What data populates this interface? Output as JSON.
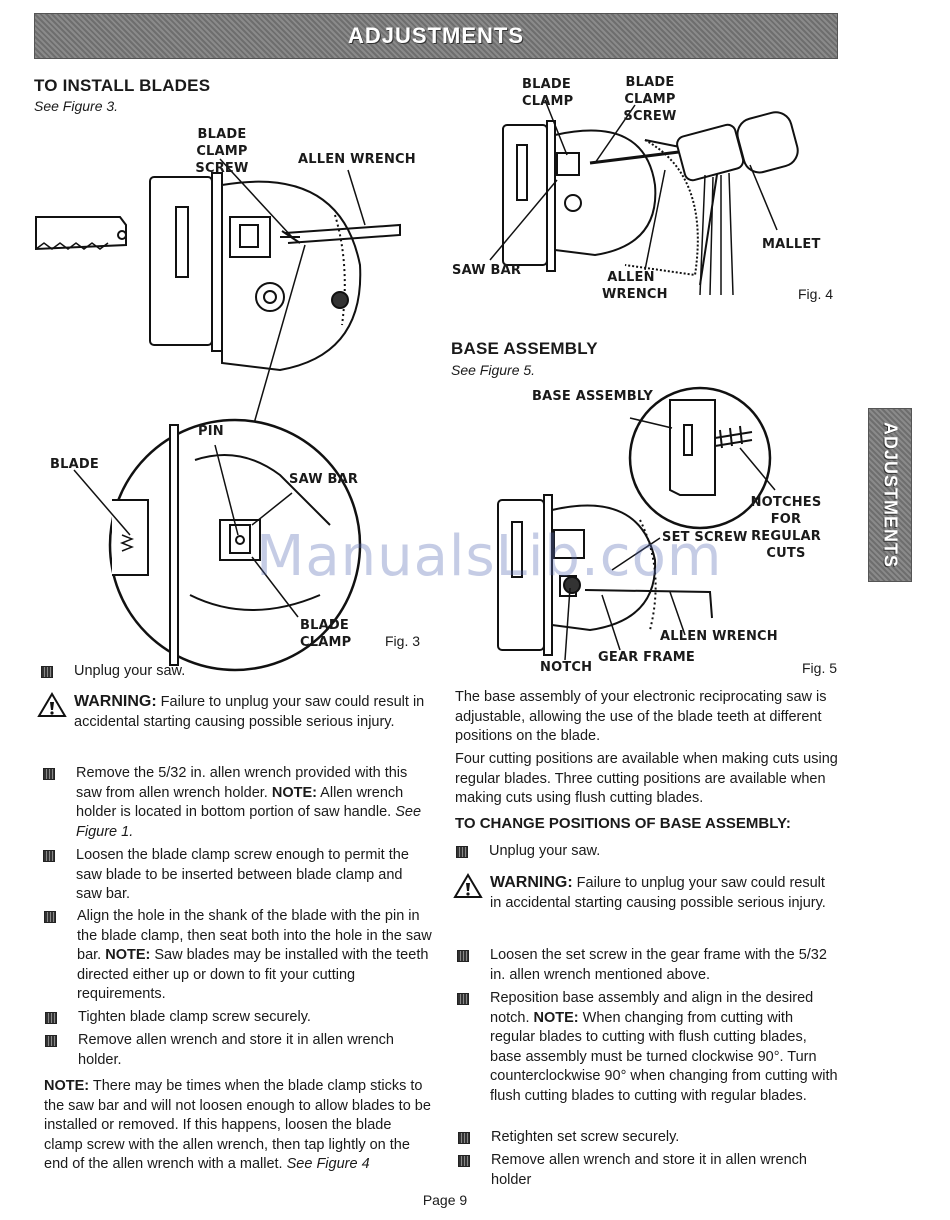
{
  "banner": {
    "title": "ADJUSTMENTS"
  },
  "side_tab": {
    "label": "ADJUSTMENTS"
  },
  "install": {
    "heading": "TO INSTALL BLADES",
    "see_figure": "See Figure 3.",
    "fig3": {
      "label_blade_clamp_screw_1": "BLADE",
      "label_blade_clamp_screw_2": "CLAMP SCREW",
      "label_allen_wrench": "ALLEN WRENCH",
      "label_pin": "PIN",
      "label_blade": "BLADE",
      "label_saw_bar": "SAW BAR",
      "label_blade_clamp_1": "BLADE",
      "label_blade_clamp_2": "CLAMP",
      "fig_no": "Fig. 3"
    },
    "step1": "Unplug your saw.",
    "warning_head": "WARNING:",
    "warning_text": " Failure to unplug your saw could result in accidental starting causing possible serious injury.",
    "step2_a": "Remove the 5/32 in. allen wrench provided with this saw from allen wrench holder. ",
    "step2_note": "NOTE:",
    "step2_b": " Allen wrench holder is located in bottom portion of saw handle. ",
    "step2_see": "See Figure 1.",
    "step3": "Loosen the blade clamp screw enough to permit the saw blade to be inserted between blade clamp and saw bar.",
    "step4_a": "Align the hole in the shank of the blade with the pin in the blade clamp, then seat both into the hole in the saw bar. ",
    "step4_note": "NOTE:",
    "step4_b": " Saw blades may be installed with the teeth directed either up or down to fit your cutting requirements.",
    "step5": "Tighten blade clamp screw securely.",
    "step6": "Remove allen wrench and store it in allen wrench holder.",
    "note_head": "NOTE:",
    "note_text": " There may be times when the blade clamp sticks to the saw bar and will not loosen enough to allow blades to be installed or removed. If this happens, loosen the blade clamp screw with the allen wrench, then tap lightly on the end of the allen wrench with a mallet. ",
    "note_see": "See Figure 4"
  },
  "fig4": {
    "label_blade_clamp_1": "BLADE",
    "label_blade_clamp_2": "CLAMP",
    "label_clamp_screw_1": "BLADE",
    "label_clamp_screw_2": "CLAMP SCREW",
    "label_saw_bar": "SAW BAR",
    "label_allen_1": "ALLEN",
    "label_allen_2": "WRENCH",
    "label_mallet": "MALLET",
    "fig_no": "Fig. 4"
  },
  "base": {
    "heading": "BASE ASSEMBLY",
    "see_figure": "See Figure 5.",
    "fig5": {
      "label_base_assembly": "BASE ASSEMBLY",
      "label_notches_1": "NOTCHES FOR",
      "label_notches_2": "REGULAR CUTS",
      "label_set_screw": "SET SCREW",
      "label_allen_wrench": "ALLEN WRENCH",
      "label_gear_frame": "GEAR FRAME",
      "label_notch": "NOTCH",
      "fig_no": "Fig. 5"
    },
    "para1": "The base assembly of your electronic reciprocating saw is adjustable, allowing the use of the blade teeth at different positions on the blade.",
    "para2": "Four cutting positions are available when making cuts using regular blades. Three cutting positions are available when making cuts using flush cutting blades.",
    "change_heading": "TO CHANGE POSITIONS OF BASE ASSEMBLY:",
    "step1": "Unplug your saw.",
    "warning_head": "WARNING:",
    "warning_text": " Failure to unplug your saw could result in accidental starting causing possible serious injury.",
    "step2": "Loosen the set screw in the gear frame with the 5/32 in. allen wrench mentioned above.",
    "step3_a": "Reposition base assembly and align in the desired notch. ",
    "step3_note": "NOTE:",
    "step3_b": " When changing from cutting with regular blades to cutting with flush cutting blades, base assembly must be turned clockwise 90°. Turn counterclockwise 90° when changing from cutting with flush cutting blades to cutting with regular blades.",
    "step4": "Retighten set screw securely.",
    "step5": "Remove allen wrench and store it in allen wrench holder"
  },
  "watermark": "ManualsLib.com",
  "page_number": "Page 9"
}
